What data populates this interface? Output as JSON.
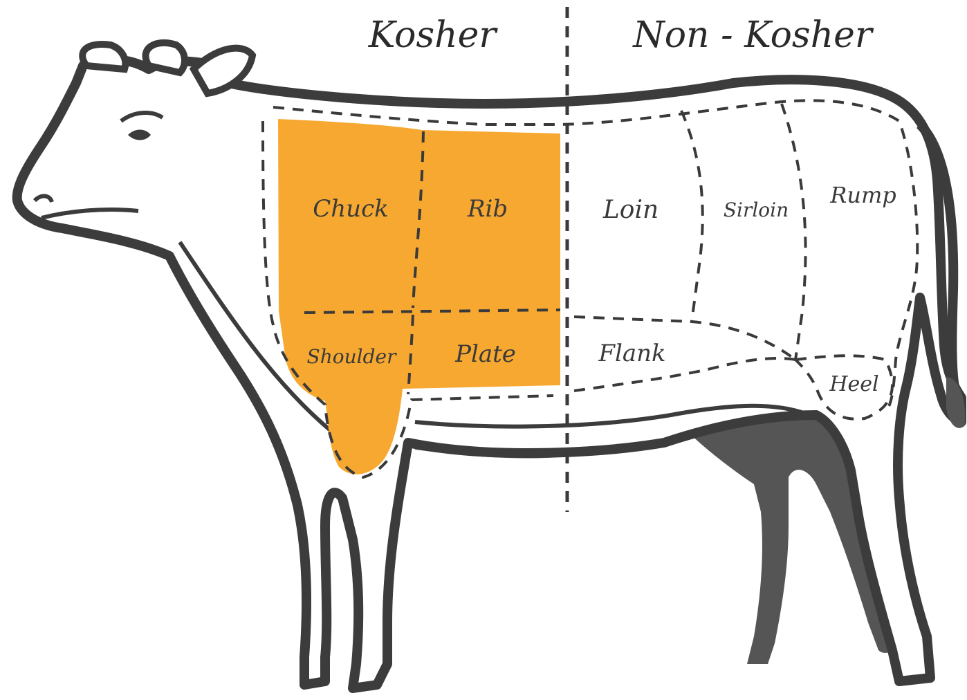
{
  "headers": {
    "kosher": "Kosher",
    "non_kosher": "Non - Kosher"
  },
  "cuts": {
    "chuck": "Chuck",
    "rib": "Rib",
    "shoulder": "Shoulder",
    "plate": "Plate",
    "loin": "Loin",
    "sirloin": "Sirloin",
    "rump": "Rump",
    "flank": "Flank",
    "heel": "Heel"
  },
  "colors": {
    "kosher_fill": "#F7A830",
    "outline": "#3c3c3c",
    "dark_body": "#555555",
    "dash": "#3a3a3a"
  }
}
